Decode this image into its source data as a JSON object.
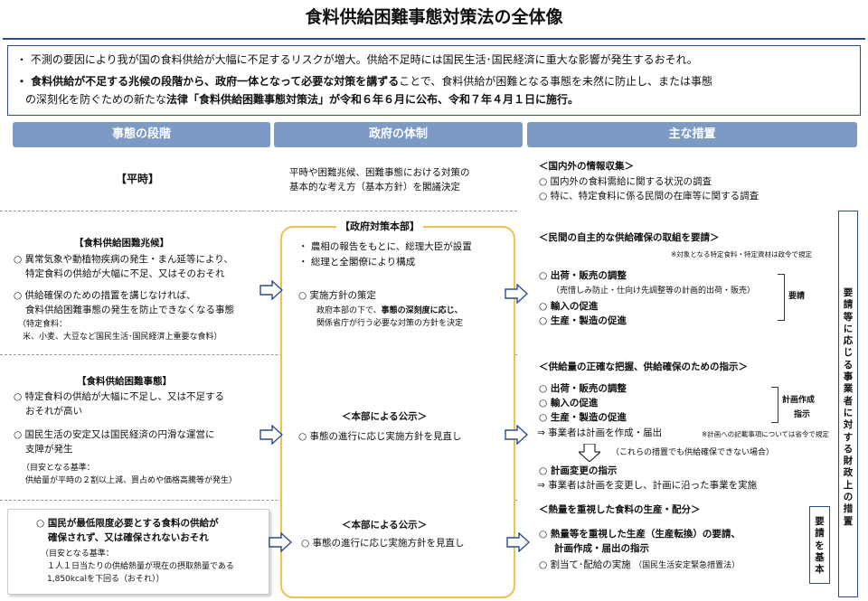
{
  "title": "食料供給困難事態対策法の全体像",
  "summary": {
    "line1": "・ 不測の要因により我が国の食料供給が大幅に不足するリスクが増大。供給不足時には国民生活･国民経済に重大な影響が発生するおそれ。",
    "line2_bold": "・ 食料供給が不足する兆候の段階から、政府一体となって必要な対策を講ずる",
    "line2_rest": "ことで、食料供給が困難となる事態を未然に防止し、または事態",
    "line3_a": "の深刻化を防ぐための新たな",
    "line3_b": "法律「食料供給困難事態対策法」が令和６年６月に公布、令和７年４月１日に施行。"
  },
  "headers": {
    "stage": "事態の段階",
    "gov": "政府の体制",
    "measures": "主な措置"
  },
  "peace": {
    "stage": "【平時】",
    "gov1": "平時や困難兆候、困難事態における対策の",
    "gov2": "基本的な考え方（基本方針）を閣議決定",
    "m_title": "＜国内外の情報収集＞",
    "m1": "○ 国内外の食料需給に関する状況の調査",
    "m2": "○ 特に、特定食料に係る民間の在庫等に関する調査"
  },
  "sign": {
    "title": "【食料供給困難兆候】",
    "a1": "○ 異常気象や動植物疾病の発生・まん延等により、",
    "a2": "特定食料の供給が大幅に不足、又はそのおそれ",
    "b1": "○ 供給確保のための措置を講じなければ、",
    "b2": "食料供給困難事態の発生を防止できなくなる事態",
    "c1": "（特定食料：",
    "c2": "米、小麦、大豆など国民生活･国民経済上重要な食料）"
  },
  "hq": {
    "title": "【政府対策本部】",
    "p1": "・ 農相の報告をもとに、総理大臣が設置",
    "p2": "・ 総理と全閣僚により構成",
    "policy": "○ 実施方針の策定",
    "d1a": "政府本部の下で、",
    "d1b": "事態の深刻度に応じ、",
    "d2": "関係省庁が行う必要な対策の方針を決定"
  },
  "sign_measures": {
    "title": "＜民間の自主的な供給確保の取組を要請＞",
    "note": "※対象となる特定食料・特定資材は政令で規定",
    "i1": "○ 出荷・販売の調整",
    "i1sub": "（売惜しみ防止・仕向け先調整等の計画的出荷・販売）",
    "i2": "○ 輸入の促進",
    "i3": "○ 生産・製造の促進",
    "brace_label": "要請"
  },
  "difficult": {
    "title": "【食料供給困難事態】",
    "a1": "○ 特定食料の供給が大幅に不足し、又は不足する",
    "a2": "おそれが高い",
    "b1": "○ 国民生活の安定又は国民経済の円滑な運営に",
    "b2": "支障が発生",
    "c1": "（目安となる基準：",
    "c2": "供給量が平時の２割以上減、買占めや価格高騰等が発生）"
  },
  "announce1": {
    "title": "＜本部による公示＞",
    "text": "○ 事態の進行に応じ実施方針を見直し"
  },
  "diff_measures": {
    "title": "＜供給量の正確な把握、供給確保のための指示＞",
    "i1": "○ 出荷・販売の調整",
    "i2": "○ 輸入の促進",
    "i3": "○ 生産・製造の促進",
    "brace1": "計画作成",
    "brace2": "指示",
    "report": "⇒ 事業者は計画を作成・届出",
    "report_note": "※計画への記載事項については省令で規定",
    "cond": "（これらの措置でも供給確保できない場合）",
    "change": "○ 計画変更の指示",
    "change2": "⇒ 事業者は計画を変更し、計画に沿った事業を実施"
  },
  "severe": {
    "a1": "○ 国民が最低限度必要とする食料の供給が",
    "a2": "確保されず、又は確保されないおそれ",
    "c1": "（目安となる基準：",
    "c2": "１人１日当たりの供給熱量が現在の摂取熱量である",
    "c3": "1,850kcalを下回る（おそれ））"
  },
  "announce2": {
    "title": "＜本部による公示＞",
    "text": "○ 事態の進行に応じ実施方針を見直し"
  },
  "severe_measures": {
    "title": "＜熱量を重視した食料の生産・配分＞",
    "i1": "○ 熱量等を重視した生産（生産転換）の要請、",
    "i1b": "計画作成・届出の指示",
    "i2": "○ 割当て･配給の実施",
    "i2note": "（国民生活安定緊急措置法）"
  },
  "side": "要請等に応じる事業者に対する財政上の措置",
  "side2": "要請を基本",
  "colors": {
    "header": "#7d9ac4",
    "frame": "#2b4d8c",
    "gov_border": "#f0c050"
  }
}
